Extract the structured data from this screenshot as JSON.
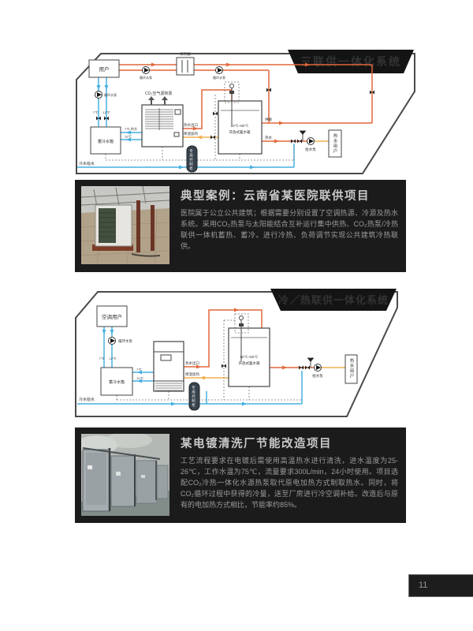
{
  "page": {
    "number": "11"
  },
  "colors": {
    "pipe_hot": "#e2673a",
    "pipe_cold": "#45b0e0",
    "pipe_warm": "#f0b050",
    "panel_dark": "#1b1b1b",
    "banner_black": "#141414"
  },
  "diagram1": {
    "title": "三联供一体化系统",
    "labels": {
      "user": "用户",
      "heat_exchanger": "换热器",
      "circ_pump": "循环水泵",
      "co2_heat_pump": "CO₂空气源热泵",
      "cold_tank": "蓄冷水箱",
      "t_supply": "7℃",
      "t_return": "12℃",
      "cool_supply": "7℃ 供冷",
      "cool_return": "12℃",
      "hot_outlet": "热水出口",
      "keep_warm": "保温加热",
      "tank_temp": "60℃~80℃",
      "tank_name": "开放式蓄水箱",
      "heating": "供暖",
      "hot_water": "热水",
      "feed_pump": "给水泵",
      "hot_user": "热水用户",
      "cold_feed": "冷水给水",
      "control_cabinet": "专用控制柜"
    }
  },
  "diagram2": {
    "title": "冷／热联供一体化系统",
    "labels": {
      "ac_user": "空调用户",
      "circ_pump": "循环水泵",
      "cold_tank": "蓄冷水箱",
      "t_supply": "7℃",
      "t_return": "12℃",
      "hot_outlet": "热水出口",
      "keep_warm": "保温加热",
      "tank_temp": "60℃~80℃",
      "tank_name": "开放式蓄水箱",
      "feed_pump": "给水泵",
      "hot_user": "热水用户",
      "cold_feed": "冷水给水",
      "control_cabinet": "专用控制柜"
    }
  },
  "case1": {
    "title": "典型案例：云南省某医院联供项目",
    "body": "医院属于公立公共建筑；根据需要分别设置了空调热源、冷源及热水系统。采用CO₂热泵与太阳能结合互补运行集中供热、CO₂热泵/冷热联供一体机蓄热、蓄冷。进行冷热、负荷调节实现公共建筑冷热联供。"
  },
  "case2": {
    "title": "某电镀清洗厂节能改造项目",
    "body": "工艺流程要求在电镀后需使用高温热水进行清洗，进水温度为25-26℃，工作水温为75℃，流量要求300L/min，24小时使用。项目选配CO₂冷热一体化水源热泵取代原电加热方式制取热水。同时，将CO₂循环过程中获得的冷量，送至厂房进行冷空调补给。改造后与原有的电加热方式相比，节能率约85%。"
  }
}
